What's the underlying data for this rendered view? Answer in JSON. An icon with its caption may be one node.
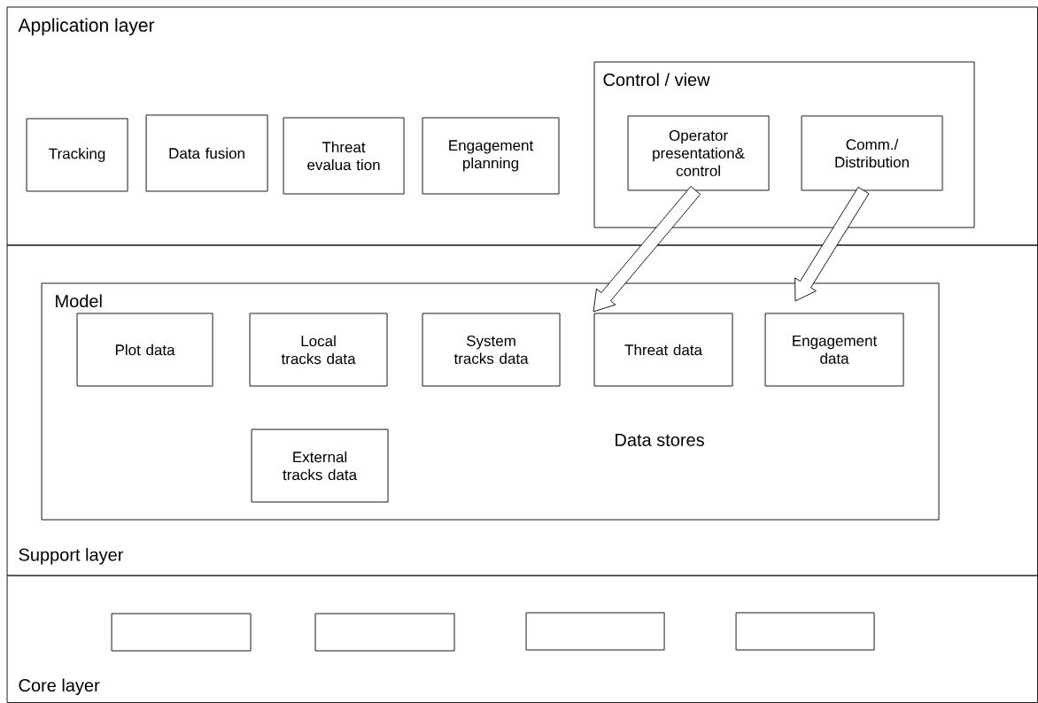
{
  "diagram": {
    "nodes": [
      {
        "text": [
          "Application layer"
        ]
      },
      {
        "text": [
          "Tracking"
        ],
        "in": 0
      },
      {
        "text": [
          "Data fusion"
        ],
        "in": 0
      },
      {
        "text": [
          "Threat evalua tion"
        ],
        "in": 0
      },
      {
        "text": [
          "Engagement planning"
        ],
        "in": 0
      },
      {
        "text": [
          "Control / view"
        ],
        "in": 0
      },
      {
        "text": [
          "Operator presentation& control"
        ],
        "in": 5
      },
      {
        "text": [
          "Comm./ Distribution"
        ],
        "in": 5
      },
      {
        "text": [
          "Support layer"
        ]
      },
      {
        "text": [
          "Model"
        ],
        "in": 8
      },
      {
        "text": [
          "Plot data"
        ],
        "in": 9
      },
      {
        "text": [
          "Local tracks data"
        ],
        "in": 9
      },
      {
        "text": [
          "System tracks data"
        ],
        "in": 9
      },
      {
        "text": [
          "Threat data"
        ],
        "in": 9
      },
      {
        "text": [
          "Engagement data"
        ],
        "in": 9
      },
      {
        "text": [
          "External tracks data"
        ],
        "in": 9
      },
      {
        "text": [
          "Core layer"
        ]
      },
      {
        "text": [],
        "shape": "box",
        "in": 16
      },
      {
        "text": [],
        "shape": "box",
        "in": 16
      },
      {
        "text": [],
        "shape": "box",
        "in": 16
      },
      {
        "text": [],
        "shape": "box",
        "in": 16
      }
    ],
    "edges": [
      {
        "from": 6,
        "to": 9,
        "arrow": "to"
      },
      {
        "from": 7,
        "to": 9,
        "arrow": "to"
      }
    ],
    "labels": [
      "Data stores"
    ]
  }
}
